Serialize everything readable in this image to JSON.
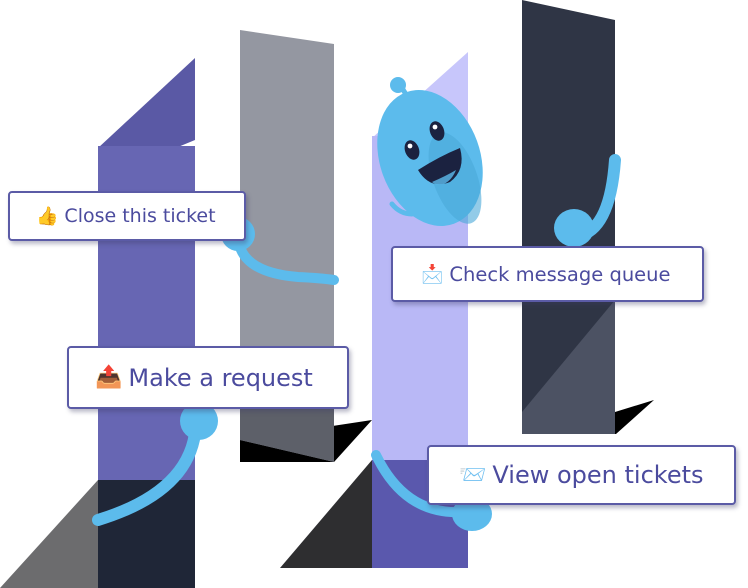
{
  "colors": {
    "purple_panel": "#6766b3",
    "gray_panel": "#9497a1",
    "lavender_panel": "#b9b8f6",
    "navy_panel": "#2f3545",
    "bot_blue": "#5cbbec",
    "button_border": "#5b5ba6",
    "button_text": "#4b4b9e"
  },
  "buttons": {
    "close_ticket": {
      "emoji": "👍",
      "emoji_icon": "thumbs-up-icon",
      "label": "Close this ticket"
    },
    "check_queue": {
      "emoji": "📩",
      "emoji_icon": "envelope-with-arrow-icon",
      "label": "Check message queue"
    },
    "make_request": {
      "emoji": "📤",
      "emoji_icon": "outbox-tray-icon",
      "label": "Make a request"
    },
    "view_tickets": {
      "emoji": "📨",
      "emoji_icon": "incoming-envelope-icon",
      "label": "View open tickets"
    }
  }
}
